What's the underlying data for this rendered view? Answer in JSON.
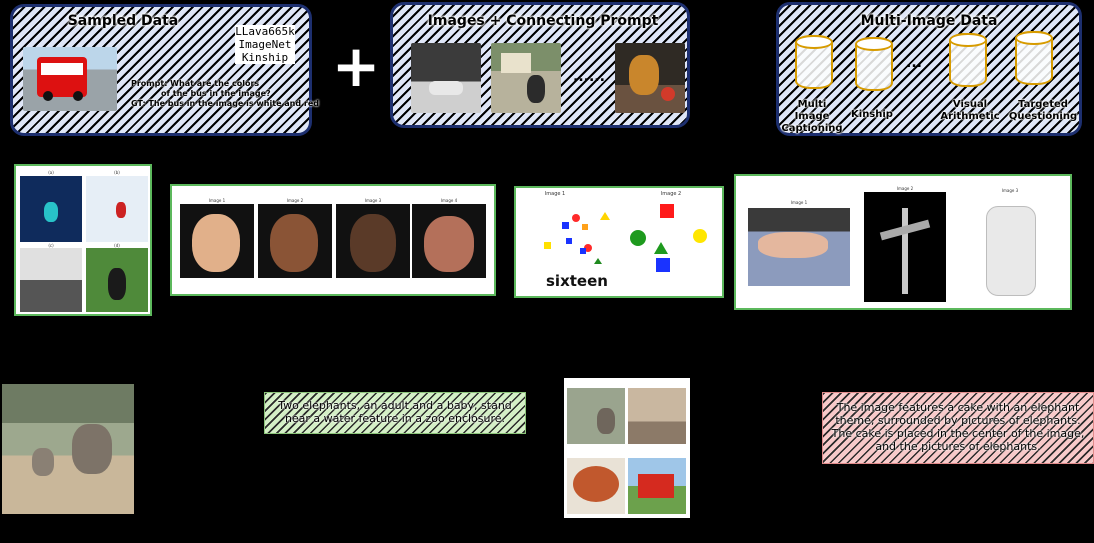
{
  "panels": {
    "sampled": {
      "title": "Sampled Data",
      "tags": [
        "LLava665k",
        "ImageNet",
        "Kinship"
      ],
      "prompt_lines": [
        "Prompt: What are the colors",
        "of the bus in the image?",
        "GT: The bus in the image is white and red"
      ]
    },
    "connecting": {
      "title": "Images + Connecting Prompt",
      "ellipsis": "......"
    },
    "multi": {
      "title": "Multi-Image Data",
      "sources": [
        "Multi Image Captioning",
        "Kinship",
        "Visual Arithmetic",
        "Targeted Questioning"
      ],
      "ellipsis": "..."
    }
  },
  "plus_symbol": "+",
  "examples": {
    "faces": {
      "labels": [
        "Image 1",
        "Image 2",
        "Image 3",
        "Image 4"
      ]
    },
    "shapes": {
      "labels": [
        "Image 1",
        "Image 2"
      ],
      "answer": "sixteen"
    },
    "objects": {
      "labels": [
        "Image 1",
        "Image 2",
        "Image 3"
      ]
    },
    "grid_labels": [
      "(a)",
      "(b)",
      "(c)",
      "(d)"
    ]
  },
  "captions": {
    "green": "Two elephants, an adult and a baby, stand near a water feature in a zoo enclosure.",
    "red": "The image features a cake with an elephant theme, surrounded by pictures of elephants. The cake is placed in the center of the image, and the pictures of elephants."
  },
  "colors": {
    "panel_border": "#1d2f6f",
    "card_border": "#5cb85c",
    "cylinder": "#d79b00",
    "caption_green": "#d4efc6",
    "caption_red": "#f7c9c9"
  }
}
